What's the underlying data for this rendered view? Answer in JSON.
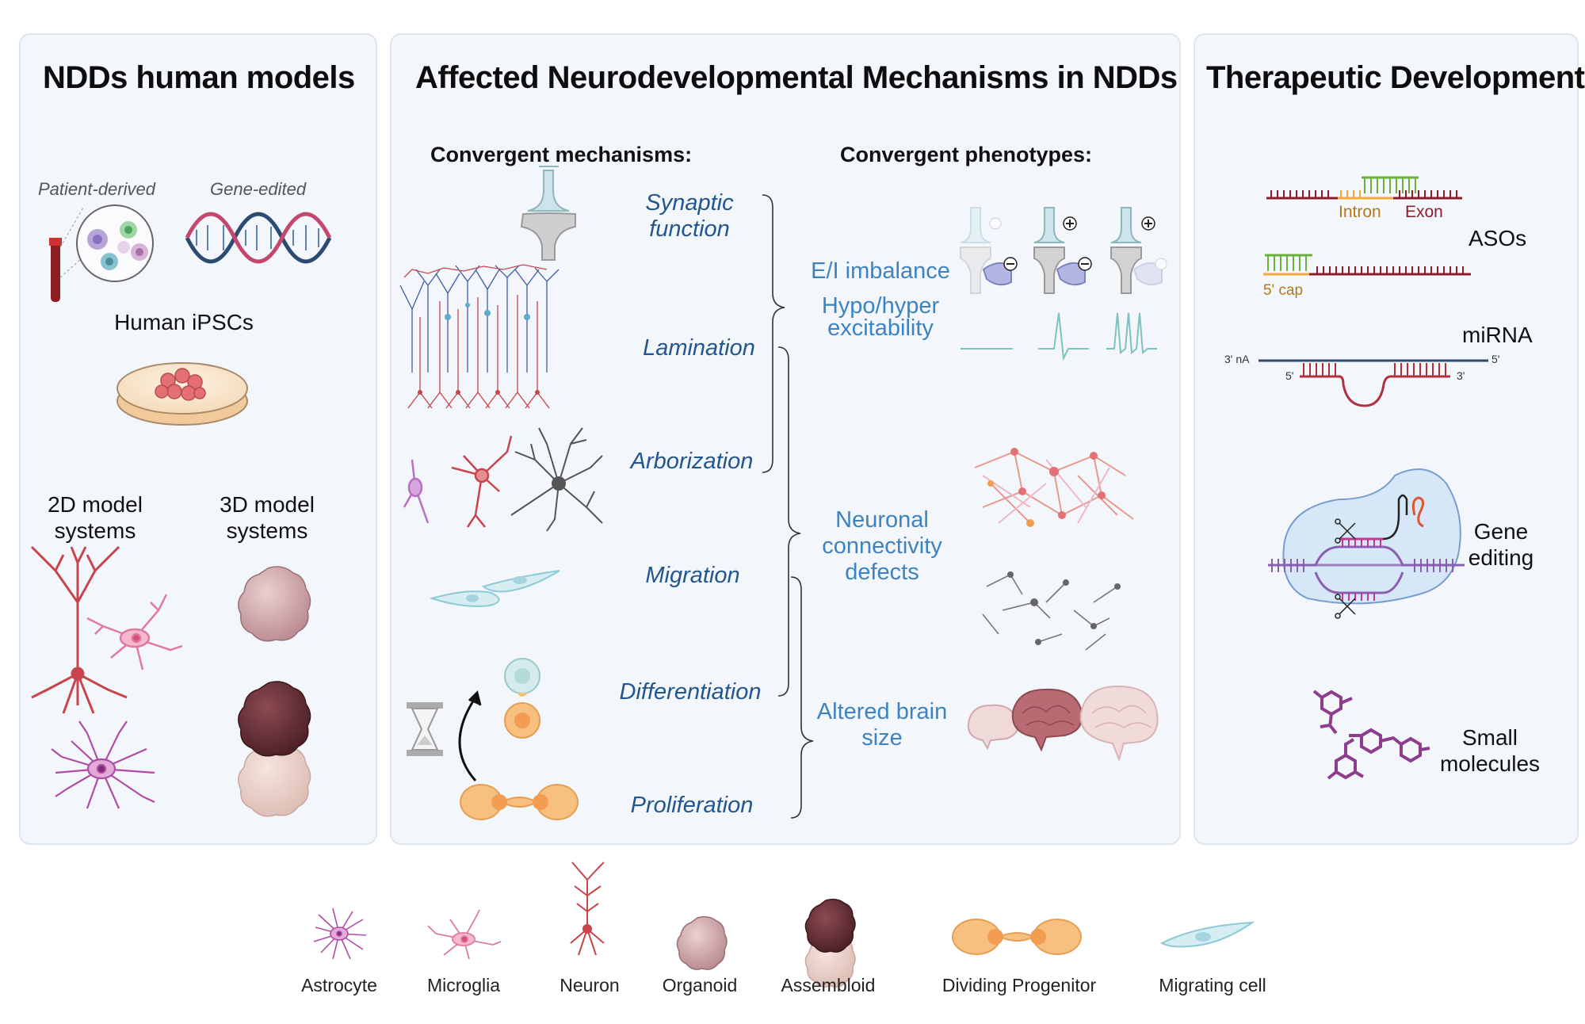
{
  "panels": {
    "models": {
      "title": "NDDs human models",
      "patient_derived": "Patient-derived",
      "gene_edited": "Gene-edited",
      "ipsc": "Human iPSCs",
      "model_2d_line1": "2D model",
      "model_2d_line2": "systems",
      "model_3d_line1": "3D model",
      "model_3d_line2": "systems"
    },
    "mechanisms": {
      "title": "Affected Neurodevelopmental Mechanisms in NDDs",
      "convergent_mechanisms": "Convergent mechanisms:",
      "convergent_phenotypes": "Convergent phenotypes:",
      "mechanism_items": {
        "synaptic_line1": "Synaptic",
        "synaptic_line2": "function",
        "lamination": "Lamination",
        "arborization": "Arborization",
        "migration": "Migration",
        "differentiation": "Differentiation",
        "proliferation": "Proliferation"
      },
      "phenotype_items": {
        "ei": "E/I imbalance",
        "excit_line1": "Hypo/hyper",
        "excit_line2": "excitability",
        "conn_line1": "Neuronal",
        "conn_line2": "connectivity",
        "conn_line3": "defects",
        "brain_line1": "Altered brain",
        "brain_line2": "size"
      }
    },
    "therapeutic": {
      "title": "Therapeutic Development",
      "intron": "Intron",
      "exon": "Exon",
      "asos": "ASOs",
      "cap": "5' cap",
      "mirna": "miRNA",
      "mirna_3na": "3' nA",
      "mirna_5_top": "5'",
      "mirna_5_bottom": "5'",
      "mirna_3_bottom": "3'",
      "gene_line1": "Gene",
      "gene_line2": "editing",
      "small_line1": "Small",
      "small_line2": "molecules"
    }
  },
  "legend": {
    "astrocyte": "Astrocyte",
    "microglia": "Microglia",
    "neuron": "Neuron",
    "organoid": "Organoid",
    "assembloid": "Assembloid",
    "dividing": "Dividing Progenitor",
    "migrating": "Migrating cell"
  },
  "colors": {
    "panel_bg": "#f3f7fb",
    "mechanism_text": "#23568f",
    "phenotype_text": "#3e83c1",
    "neuron_red": "#c8454c",
    "astrocyte_purple": "#b04ca6",
    "microglia_pink": "#e07a9e",
    "progenitor_orange": "#f2a45c",
    "migrating_blue": "#8fc9d8",
    "dna_dark": "#8b1e2b",
    "small_molecule": "#8e3d8e"
  }
}
